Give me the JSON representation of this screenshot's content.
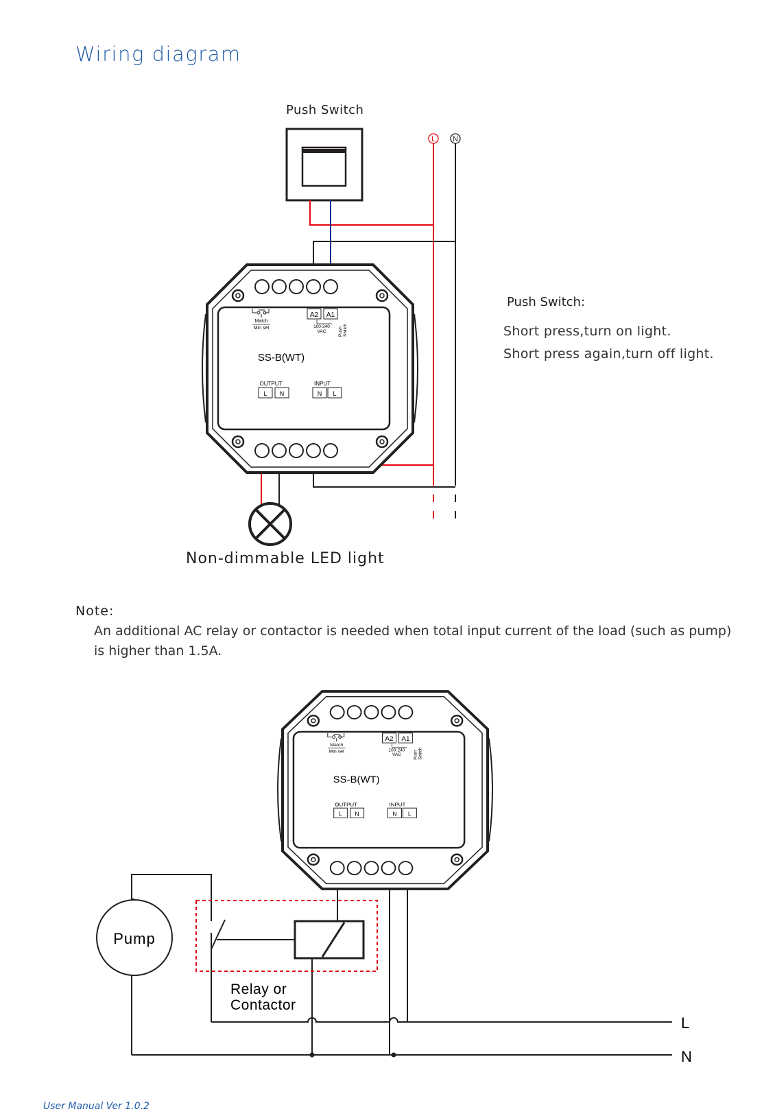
{
  "page": {
    "title": "Wiring diagram",
    "footer": "User Manual Ver 1.0.2"
  },
  "diagram1": {
    "switch_label": "Push Switch",
    "line_l": "L",
    "line_n": "N",
    "light_label": "Non-dimmable LED light"
  },
  "device": {
    "model": "SS-B(WT)",
    "match_label": "Match",
    "minset_label": "Min set",
    "a2": "A2",
    "a1": "A1",
    "voltage": "100-240",
    "vac": "VAC",
    "push": "Push",
    "switch": "Switch",
    "output_label": "OUTPUT",
    "input_label": "INPUT",
    "out_l": "L",
    "out_n": "N",
    "in_n": "N",
    "in_l": "L"
  },
  "push_switch_info": {
    "title": "Push Switch:",
    "line1": "Short press,turn on light.",
    "line2": "Short press again,turn off light."
  },
  "note": {
    "title": "Note:",
    "line1": "An additional AC relay or contactor is needed when total input current of the load (such as pump)",
    "line2": "is higher than 1.5A."
  },
  "diagram2": {
    "pump_label": "Pump",
    "relay_line1": "Relay or",
    "relay_line2": "Contactor",
    "line_l": "L",
    "line_n": "N"
  },
  "colors": {
    "title_blue": "#1f5aa6",
    "wire_red": "#e30613",
    "wire_blue": "#1d2d8f",
    "wire_black": "#231f20"
  }
}
